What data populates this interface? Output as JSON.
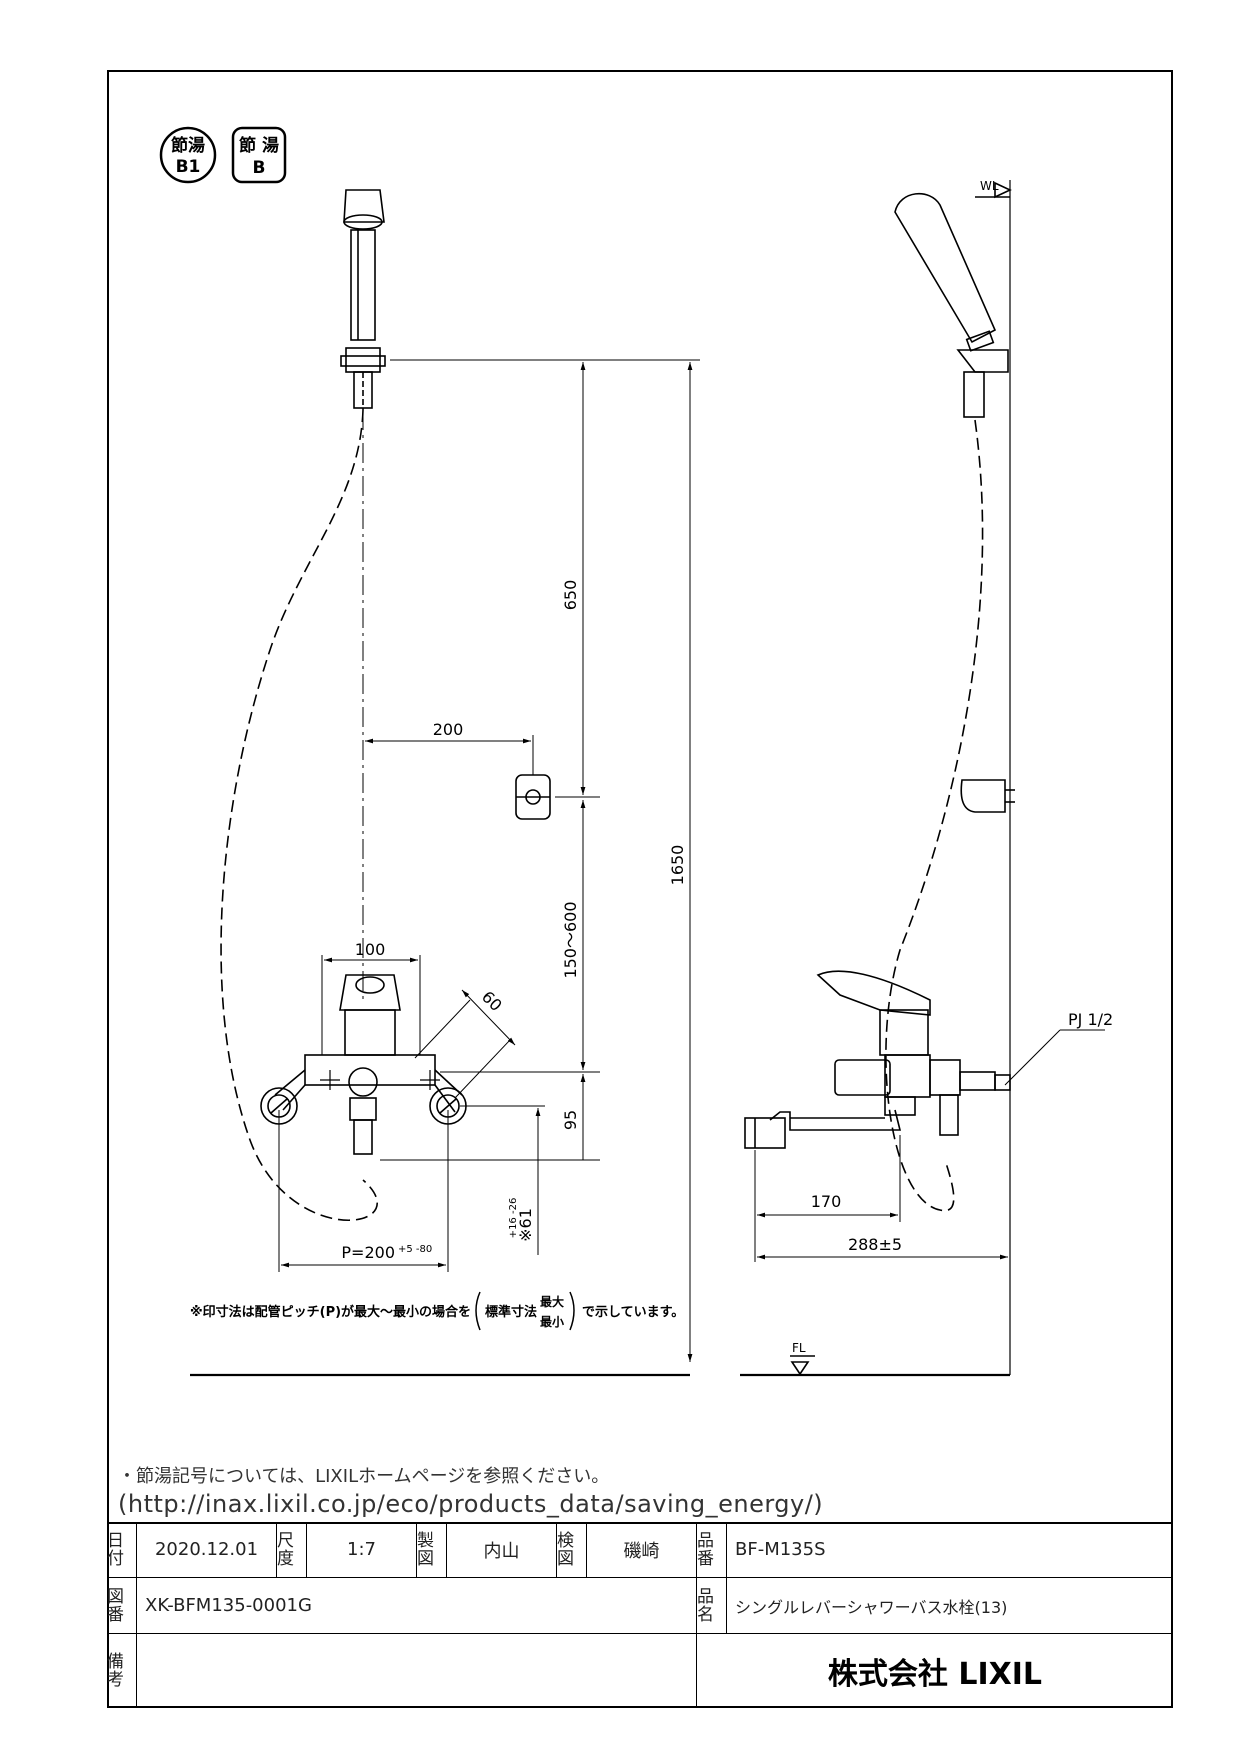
{
  "badges": {
    "b1": {
      "line1": "節湯",
      "line2": "B1"
    },
    "b": {
      "line1": "節 湯",
      "line2": "B"
    }
  },
  "dimensions": {
    "d650": "650",
    "d200": "200",
    "d1650": "1650",
    "d150_600": "150～600",
    "d100": "100",
    "d60": "60",
    "d95": "95",
    "d61": "※61",
    "d61_tol": "+16 -26",
    "pitch": "P=200",
    "pitch_tol": "+5 -80",
    "d170": "170",
    "d288": "288±5",
    "pj": "PJ 1/2",
    "wl": "WL",
    "fl": "FL"
  },
  "drawing_note": {
    "prefix": "※印寸法は配管ピッチ(P)が最大～最小の場合を",
    "std": "標準寸法",
    "max": "最大",
    "min": "最小",
    "suffix": "で示しています。"
  },
  "footer_notes": {
    "line1": "・節湯記号については、LIXILホームページを参照ください。",
    "line2": "(http://inax.lixil.co.jp/eco/products_data/saving_energy/)"
  },
  "title_block": {
    "date_label": "日付",
    "date": "2020.12.01",
    "scale_label": "尺度",
    "scale": "1:7",
    "drawn_label": "製図",
    "drawn_by": "内山",
    "checked_label": "検図",
    "checked_by": "磯崎",
    "part_no_label": "品番",
    "part_no": "BF-M135S",
    "drawing_no_label": "図番",
    "drawing_no": "XK-BFM135-0001G",
    "name_label": "品名",
    "name": "シングルレバーシャワーバス水栓(13)",
    "remarks_label": "備考",
    "remarks": "",
    "company": "株式会社 LIXIL"
  }
}
